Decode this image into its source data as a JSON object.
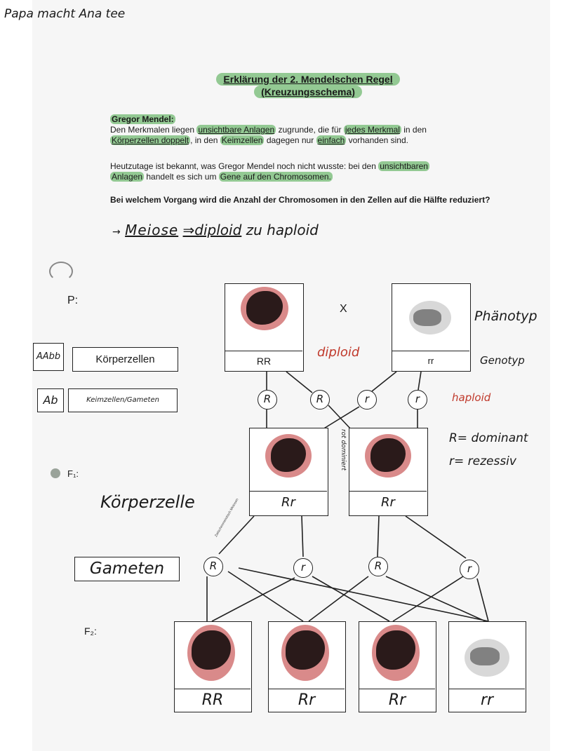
{
  "handnote_top": "Papa macht Ana tee",
  "title_line1": "Erklärung der 2. Mendelschen Regel",
  "title_line2": "(Kreuzungsschema)",
  "mendel": {
    "heading": "Gregor Mendel:",
    "l1a": "Den Merkmalen liegen ",
    "l1b": "unsichtbare Anlagen",
    "l1c": " zugrunde, die für ",
    "l1d": "jedes Merkmal",
    "l1e": " in den",
    "l2a": "Körperzellen doppelt",
    "l2b": ", in den ",
    "l2c": "Keimzellen",
    "l2d": " dagegen nur ",
    "l2e": "einfach",
    "l2f": " vorhanden sind."
  },
  "today": {
    "l1a": "Heutzutage ist bekannt, was Gregor Mendel noch nicht wusste: bei den ",
    "l1b": "unsichtbaren",
    "l2a": "Anlagen",
    "l2b": " handelt es sich um ",
    "l2c": "Gene auf den Chromosomen."
  },
  "question": "Bei welchem Vorgang wird die Anzahl der Chromosomen in den Zellen auf die Hälfte reduziert?",
  "answer_arrow": "→",
  "answer_meiose": "Meiose",
  "answer_diploid": "⇒diploid",
  "answer_rest": "zu haploid",
  "labels": {
    "p": "P:",
    "f1": "F₁:",
    "f2": "F₂:",
    "x": "X",
    "phaenotyp": "Phänotyp",
    "genotyp": "Genotyp",
    "diploid": "diploid",
    "haploid": "haploid",
    "dominant": "R= dominant",
    "rezessiv": "r= rezessiv",
    "rot_dominiert": "rot dominiert",
    "koerperzelle": "Körperzelle",
    "zwischen": "Zwischenmeiotisch Meiosen",
    "gameten": "Gameten",
    "aabb": "AAbb",
    "koerperzellen": "Körperzellen",
    "ab": "Ab",
    "keimzellen": "Keimzellen/Gameten"
  },
  "parents": [
    "RR",
    "rr"
  ],
  "parent_gametes": [
    "R",
    "R",
    "r",
    "r"
  ],
  "f1": [
    "Rr",
    "Rr"
  ],
  "f1_gametes": [
    "R",
    "r",
    "R",
    "r"
  ],
  "f2": [
    "RR",
    "Rr",
    "Rr",
    "rr"
  ],
  "colors": {
    "highlight": "#93c993",
    "flower_red": "#d98a8a",
    "ink_red": "#c0392b"
  }
}
